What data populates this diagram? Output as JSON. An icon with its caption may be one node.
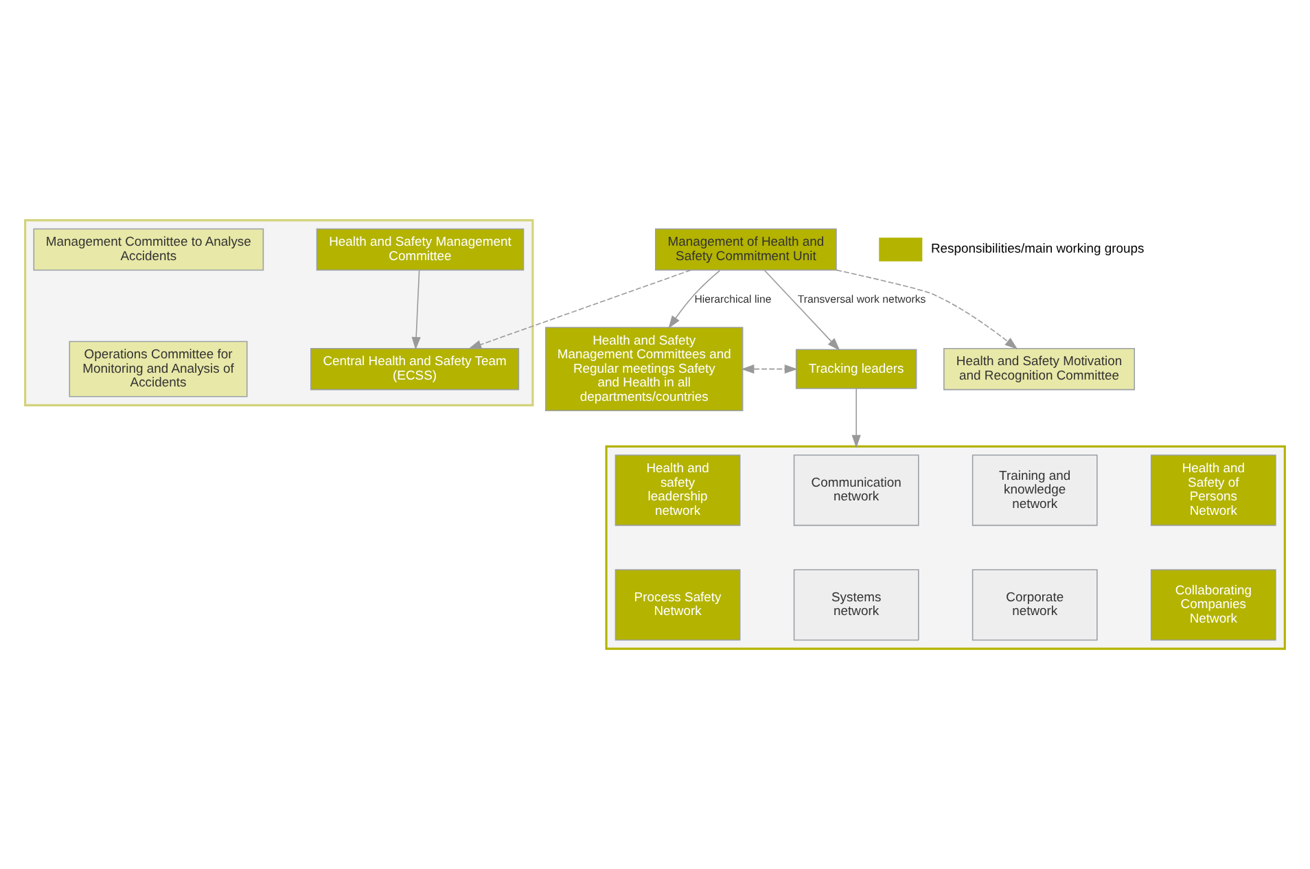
{
  "diagram": {
    "nodes": [
      {
        "text": [],
        "shape": "box"
      },
      {
        "text": [
          "Health and Safety Management Committee"
        ],
        "in": 0
      },
      {
        "text": [
          "Management Committee to Analyse Accidents"
        ],
        "in": 0
      },
      {
        "text": [
          "Central Health and Safety Team (ECSS)"
        ],
        "in": 0
      },
      {
        "text": [
          "Operations Committee for Monitoring and Analysis of Accidents"
        ],
        "in": 0
      },
      {
        "text": [
          "Management of Health and Safety Commitment Unit"
        ]
      },
      {
        "text": [
          "Health and Safety Motivation and Recognition Committee"
        ]
      },
      {
        "text": [
          "Health and Safety Management Committees and Regular meetings Safety and Health in all departments/countries"
        ]
      },
      {
        "text": [
          "Tracking leaders"
        ]
      },
      {
        "text": [],
        "shape": "box"
      },
      {
        "text": [
          "Health and safety leadership network"
        ],
        "in": 9
      },
      {
        "text": [
          "Communication network"
        ],
        "in": 9
      },
      {
        "text": [
          "Training and knowledge network"
        ],
        "in": 9
      },
      {
        "text": [
          "Health and Safety of Persons Network"
        ],
        "in": 9
      },
      {
        "text": [
          "Process Safety Network"
        ],
        "in": 9
      },
      {
        "text": [
          "Systems network"
        ],
        "in": 9
      },
      {
        "text": [
          "Corporate network"
        ],
        "in": 9
      },
      {
        "text": [
          "Collaborating Companies Network"
        ],
        "in": 9
      }
    ],
    "edges": [
      {
        "from": 1,
        "to": 3,
        "arrow": "to"
      },
      {
        "from": 5,
        "to": 3,
        "arrow": "to",
        "style": "dashed"
      },
      {
        "from": 5,
        "to": 6,
        "arrow": "to",
        "style": "dashed"
      },
      {
        "from": 5,
        "to": 7,
        "arrow": "to",
        "label": "Hierarchical line"
      },
      {
        "from": 5,
        "to": 8,
        "arrow": "to",
        "label": "Transversal work networks"
      },
      {
        "from": 7,
        "to": 8,
        "arrow": "both",
        "style": "dashed"
      },
      {
        "from": 8,
        "to": 9,
        "arrow": "to"
      }
    ],
    "legend": [
      {
        "text": "Responsibilities/main working groups",
        "color": "#b3b300"
      }
    ]
  }
}
